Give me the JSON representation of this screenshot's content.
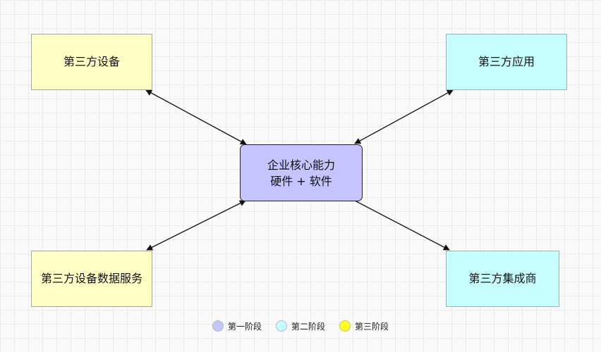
{
  "diagram": {
    "center": {
      "line1": "企业核心能力",
      "line2": "硬件 + 软件",
      "color": "#c4c4fe",
      "stage": "第一阶段"
    },
    "nodes": {
      "top_left": {
        "label": "第三方设备",
        "color": "#ffffc6",
        "stage": "第三阶段"
      },
      "top_right": {
        "label": "第三方应用",
        "color": "#c6fefe",
        "stage": "第二阶段"
      },
      "bottom_left": {
        "label": "第三方设备数据服务",
        "color": "#ffffc6",
        "stage": "第三阶段"
      },
      "bottom_right": {
        "label": "第三方集成商",
        "color": "#c6fefe",
        "stage": "第二阶段"
      }
    },
    "links": [
      {
        "from": "center",
        "to": "top_left",
        "direction": "both"
      },
      {
        "from": "center",
        "to": "top_right",
        "direction": "both"
      },
      {
        "from": "center",
        "to": "bottom_left",
        "direction": "both"
      },
      {
        "from": "center",
        "to": "bottom_right",
        "direction": "forward"
      }
    ]
  },
  "legend": {
    "items": [
      {
        "label": "第一阶段",
        "color": "#c4c4fe"
      },
      {
        "label": "第二阶段",
        "color": "#c6fefe"
      },
      {
        "label": "第三阶段",
        "color": "#ffff22"
      }
    ]
  }
}
